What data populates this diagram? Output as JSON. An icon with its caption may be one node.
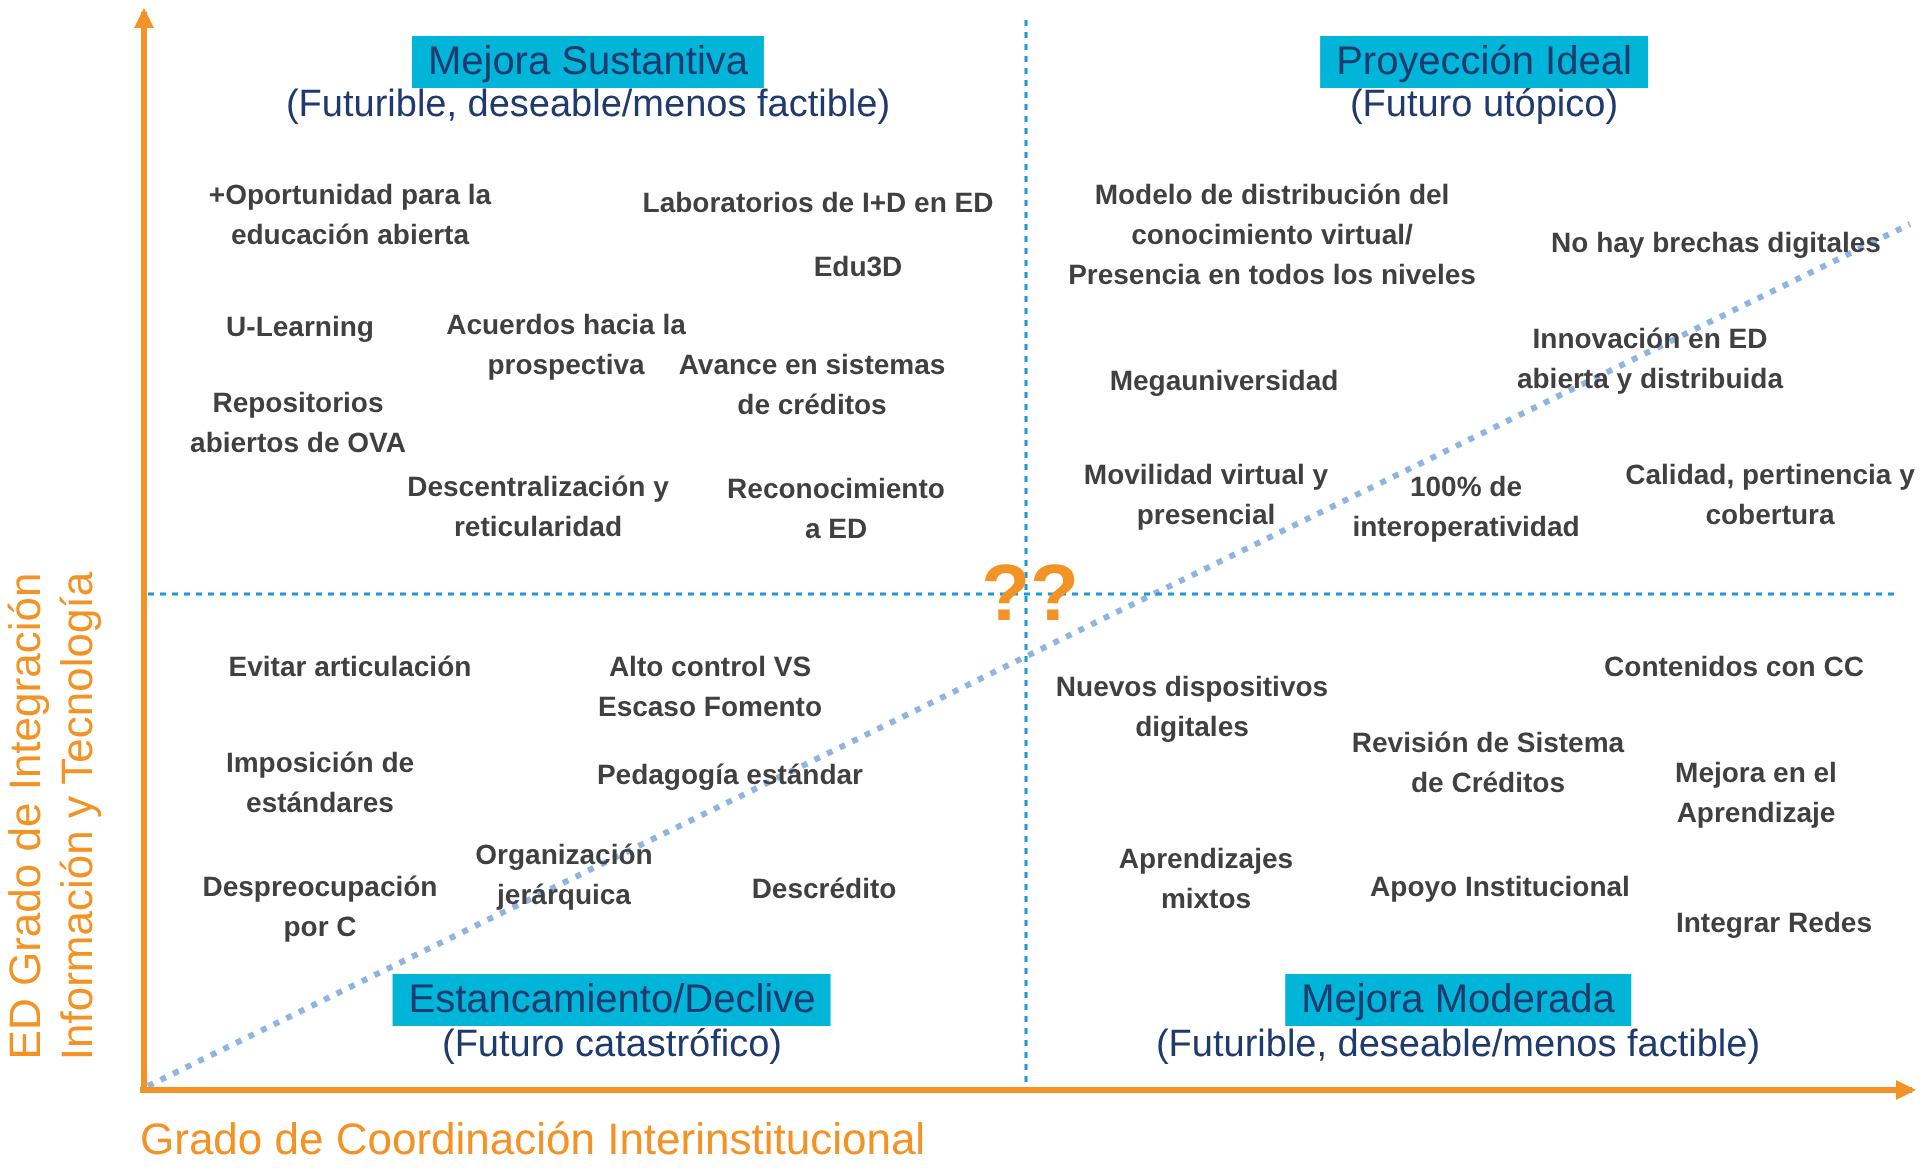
{
  "diagram": {
    "nodes": [
      {
        "text": [
          "Mejora Sustantiva"
        ],
        "beside": [
          "(Futurible, deseable/menos factible)"
        ]
      },
      {
        "text": [
          "Proyección Ideal"
        ],
        "beside": [
          "(Futuro utópico)"
        ]
      },
      {
        "text": [
          "Estancamiento/Declive"
        ],
        "beside": [
          "(Futuro catastrófico)"
        ]
      },
      {
        "text": [
          "Mejora Moderada"
        ],
        "beside": [
          "(Futurible, deseable/menos factible)"
        ]
      }
    ],
    "edges": [],
    "labels": [
      "+Oportunidad para la educación abierta",
      "Laboratorios de I+D en ED",
      "Edu3D",
      "U-Learning",
      "Acuerdos hacia la prospectiva",
      "Avance en sistemas de créditos",
      "Repositorios abiertos de OVA",
      "Descentralización y reticularidad",
      "Reconocimiento a ED",
      "Modelo de distribución del conocimiento virtual/ Presencia en todos los niveles",
      "No hay brechas digitales",
      "Innovación en ED abierta y distribuida",
      "Megauniversidad",
      "Movilidad virtual y presencial",
      "100% de interoperatividad",
      "Calidad, pertinencia y cobertura",
      "??",
      "Evitar articulación",
      "Alto control VS Escaso Fomento",
      "Imposición de estándares",
      "Pedagogía estándar",
      "Organización jerárquica",
      "Despreocupación por C",
      "Descrédito",
      "Contenidos con CC",
      "Nuevos dispositivos digitales",
      "Revisión de Sistema de Créditos",
      "Mejora en el Aprendizaje",
      "Aprendizajes mixtos",
      "Apoyo Institucional",
      "Integrar Redes",
      "ED Grado de Integración Información y Tecnología",
      "Grado de Coordinación Interinstitucional"
    ]
  }
}
